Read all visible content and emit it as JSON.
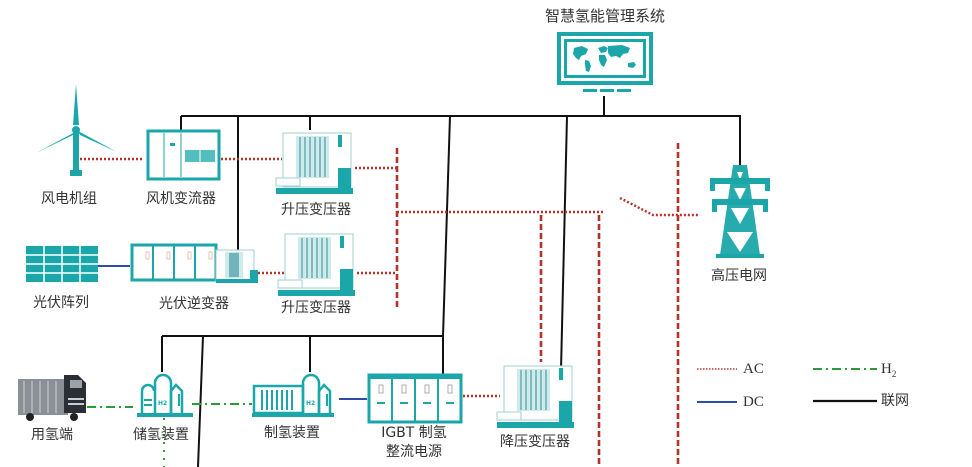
{
  "title": "智慧氢能管理系统",
  "colors": {
    "equipment": "#1ba7a9",
    "equipment_light": "#8fd3d4",
    "ac": "#b5322b",
    "dc": "#2b4fa8",
    "h2": "#2f9a3a",
    "grid": "#111111"
  },
  "nodes": {
    "wind_turbine": {
      "label": "风电机组",
      "icon": "wind-turbine-icon"
    },
    "wind_converter": {
      "label": "风机变流器",
      "icon": "converter-cabinet-icon"
    },
    "step_up_1": {
      "label": "升压变压器",
      "icon": "transformer-icon"
    },
    "pv_array": {
      "label": "光伏阵列",
      "icon": "solar-panel-icon"
    },
    "pv_inverter": {
      "label": "光伏逆变器",
      "icon": "inverter-cabinet-icon"
    },
    "step_up_2": {
      "label": "升压变压器",
      "icon": "transformer-icon"
    },
    "hv_grid": {
      "label": "高压电网",
      "icon": "transmission-tower-icon"
    },
    "h2_user": {
      "label": "用氢端",
      "icon": "truck-icon"
    },
    "h2_storage": {
      "label": "储氢装置",
      "icon": "hydrogen-tank-icon",
      "tag": "H2"
    },
    "h2_production": {
      "label": "制氢装置",
      "icon": "electrolyzer-icon",
      "tag": "H2"
    },
    "igbt_rectifier": {
      "label_line1": "IGBT 制氢",
      "label_line2": "整流电源",
      "icon": "rectifier-cabinet-icon"
    },
    "step_down": {
      "label": "降压变压器",
      "icon": "transformer-icon"
    },
    "ems": {
      "label": "智慧氢能管理系统",
      "icon": "monitor-world-map-icon"
    }
  },
  "legend": {
    "items": [
      {
        "key": "ac",
        "label": "AC",
        "style": "dotted"
      },
      {
        "key": "h2",
        "label_main": "H",
        "label_sub": "2",
        "style": "dash-dot"
      },
      {
        "key": "dc",
        "label": "DC",
        "style": "solid"
      },
      {
        "key": "grid",
        "label": "联网",
        "style": "solid"
      }
    ]
  }
}
